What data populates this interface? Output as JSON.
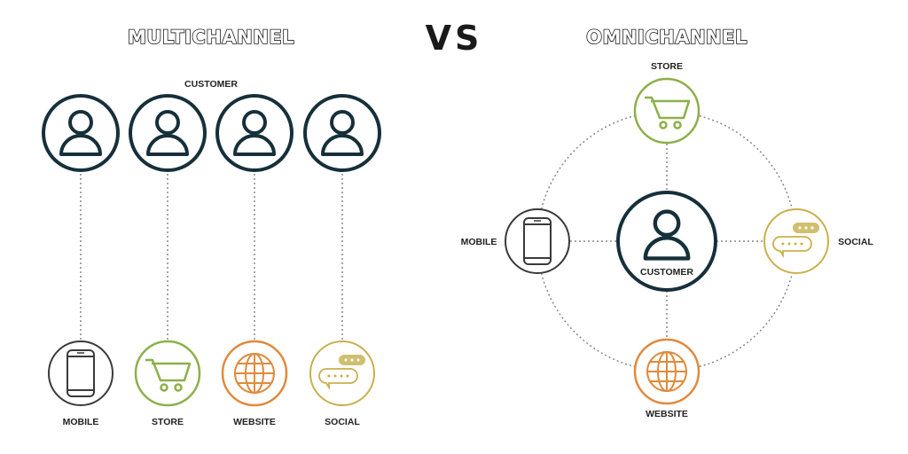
{
  "titles": {
    "left": "MULTICHANNEL",
    "vs": "VS",
    "right": "OMNICHANNEL"
  },
  "multichannel": {
    "customer_label": "CUSTOMER",
    "channels": [
      {
        "label": "MOBILE",
        "icon": "phone-icon",
        "color": "#3a3a3a"
      },
      {
        "label": "STORE",
        "icon": "cart-icon",
        "color": "#8db04a"
      },
      {
        "label": "WEBSITE",
        "icon": "globe-icon",
        "color": "#e08a3c"
      },
      {
        "label": "SOCIAL",
        "icon": "chat-icon",
        "color": "#c9b04c"
      }
    ]
  },
  "omnichannel": {
    "customer_label": "CUSTOMER",
    "channels": {
      "store": "STORE",
      "mobile": "MOBILE",
      "social": "SOCIAL",
      "website": "WEBSITE"
    }
  },
  "colors": {
    "customer": "#16303b",
    "mobile": "#3a3a3a",
    "store": "#8db04a",
    "website": "#e08a3c",
    "social": "#c9b04c"
  }
}
